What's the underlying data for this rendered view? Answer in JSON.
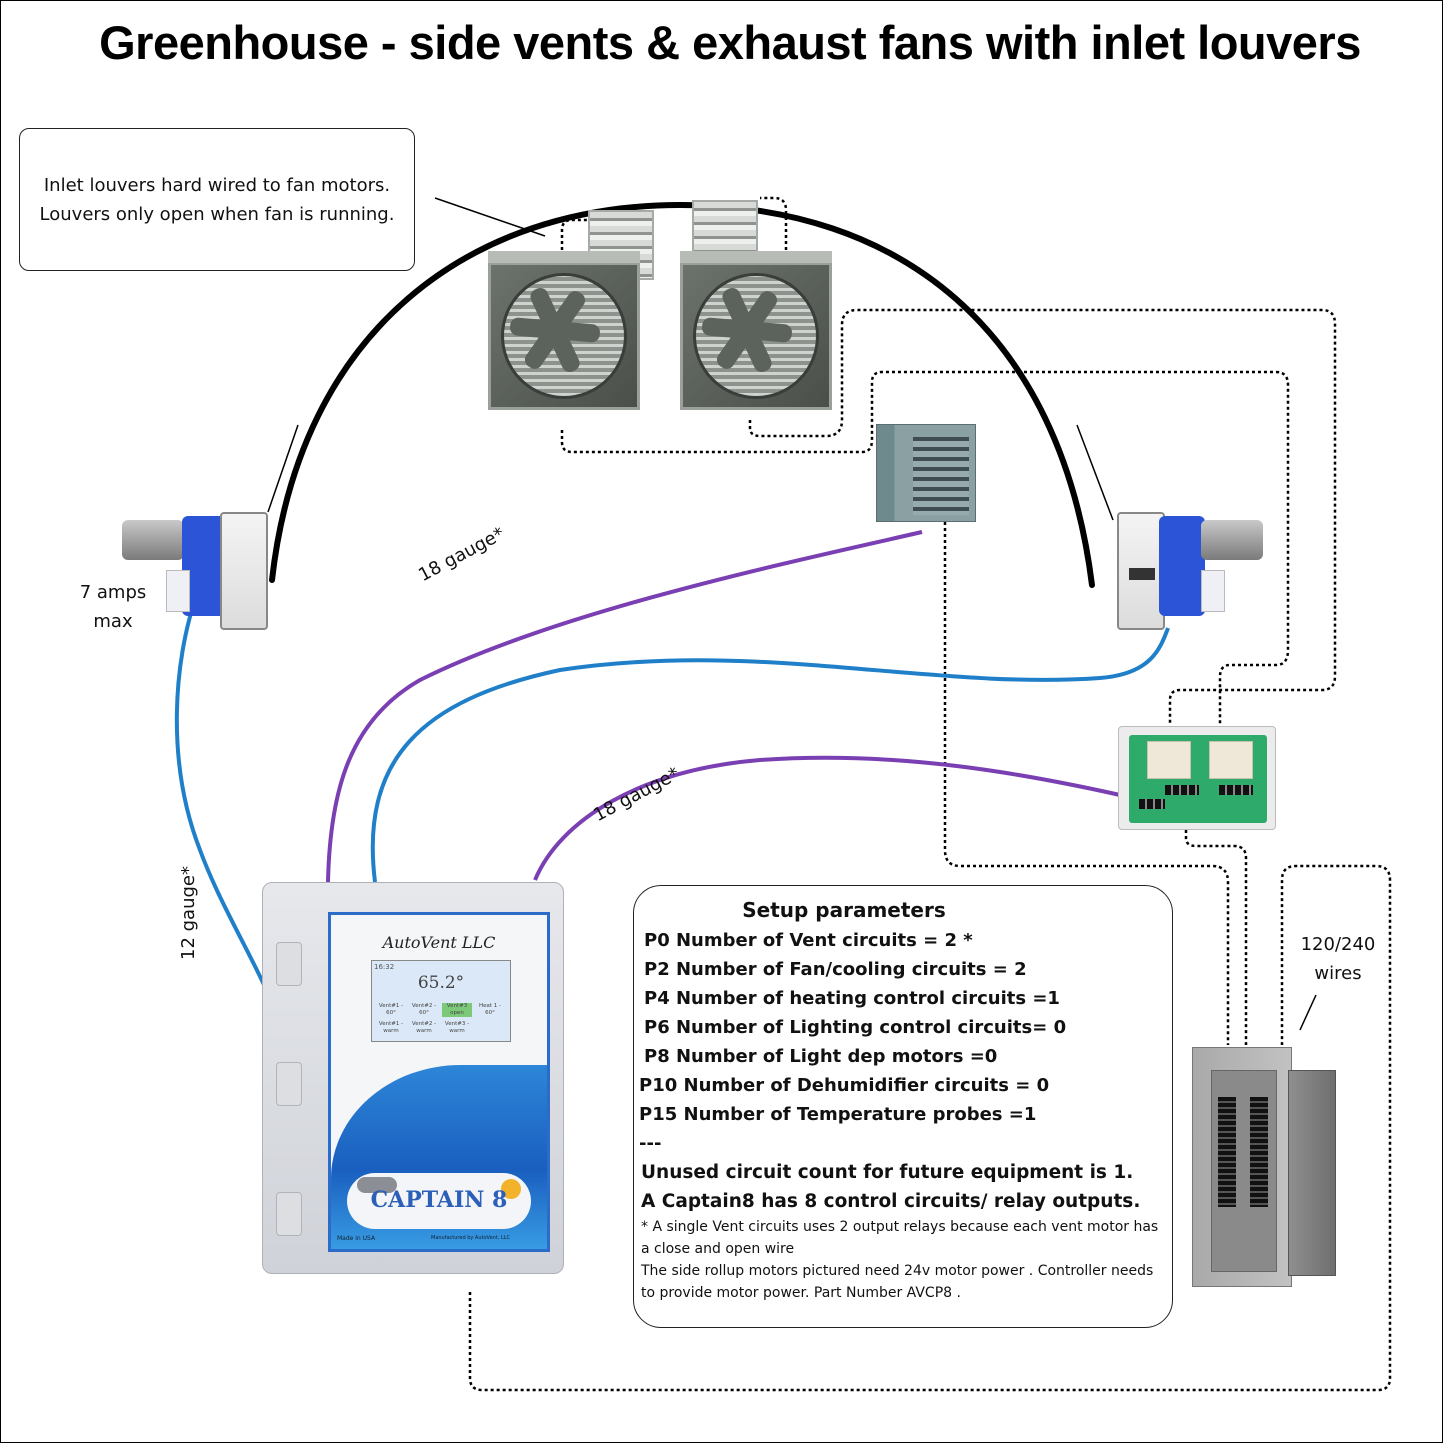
{
  "title": "Greenhouse  - side vents & exhaust fans with inlet louvers",
  "callout": {
    "text": "Inlet louvers hard wired to fan motors. Louvers only open when  fan  is running."
  },
  "labels": {
    "motor_left_rating_line1": "7 amps",
    "motor_left_rating_line2": "max",
    "wire_heater": "18 gauge*",
    "wire_relay": "18 gauge*",
    "wire_motor": "12 gauge*",
    "panel_wires_line1": "120/240",
    "panel_wires_line2": "wires"
  },
  "wire_colors": {
    "motor_wire": "#1f7fc8",
    "control_wire": "#7a3fb2",
    "greenhouse_hoop": "#000000",
    "line_voltage": "#000000"
  },
  "devices": {
    "controller": {
      "brand": "AutoVent LLC",
      "screen_time": "16:32",
      "screen_temp": "65.2°",
      "screen_cells": [
        {
          "text": "Vent#1 - 60°",
          "active": false
        },
        {
          "text": "Vent#2 - 60°",
          "active": false
        },
        {
          "text": "Vent#3 open",
          "active": true
        },
        {
          "text": "Heat 1 - 60°",
          "active": false
        },
        {
          "text": "Vent#1 - warm",
          "active": false
        },
        {
          "text": "Vent#2 - warm",
          "active": false
        },
        {
          "text": "Vent#3 - warm",
          "active": false
        }
      ],
      "model": "CAPTAIN 8",
      "made_in": "Made in USA",
      "manufacturer": "Manufactured by AutoVent, LLC"
    },
    "items": [
      "exhaust-fan-1",
      "exhaust-fan-2",
      "inlet-louver-1",
      "inlet-louver-2",
      "unit-heater",
      "rollup-motor-left",
      "rollup-motor-right",
      "relay-box",
      "electrical-panel"
    ]
  },
  "setup": {
    "title": "Setup parameters",
    "params": [
      "P0 Number of Vent  circuits = 2 *",
      "P2 Number of Fan/cooling circuits = 2",
      "P4 Number of heating control circuits =1",
      "P6 Number of Lighting control circuits= 0",
      "P8 Number  of  Light dep motors =0",
      "P10 Number of Dehumidifier circuits  = 0",
      "P15 Number of Temperature probes =1"
    ],
    "separator": "---",
    "unused": "Unused circuit count for future equipment is  1.",
    "capacity": "A Captain8  has 8 control circuits/ relay outputs.",
    "footnote_1": "* A single Vent circuits uses 2 output relays  because each vent motor has a close and open wire",
    "footnote_2": "The side  rollup motors pictured need 24v motor power . Controller needs to provide  motor power.   Part Number  AVCP8 ."
  }
}
